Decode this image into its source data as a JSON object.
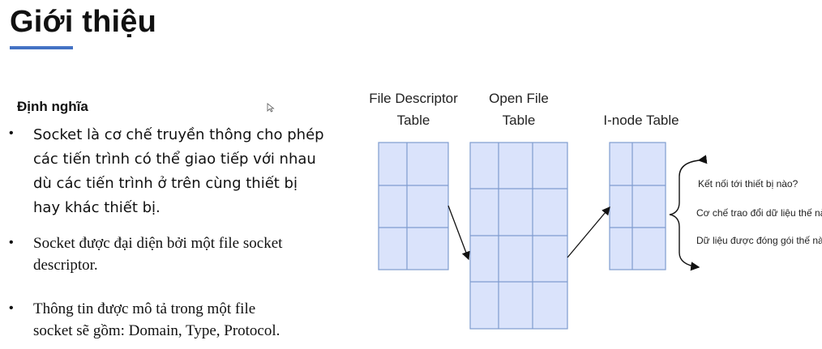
{
  "slide": {
    "title": "Giới thiệu",
    "subtitle": "Định nghĩa",
    "bullets": [
      "Socket là cơ chế truyền thông cho phép\ncác tiến trình có thể giao tiếp với nhau\ndù các tiến trình ở trên cùng thiết bị\nhay khác thiết bị.",
      "Socket được đại diện bởi một file socket\ndescriptor.",
      "Thông tin được mô tả trong một file\nsocket sẽ gồm: Domain, Type, Protocol."
    ],
    "bullet_symbol": "•"
  },
  "diagram": {
    "tables": [
      {
        "label_line1": "File Descriptor",
        "label_line2": "Table",
        "rows": 3,
        "cols": 2
      },
      {
        "label_line1": "Open File",
        "label_line2": "Table",
        "rows": 4,
        "cols": 3
      },
      {
        "label_line1": "I-node Table",
        "rows": 3,
        "cols": 2
      }
    ],
    "questions": [
      "Kết nối tới thiết bị nào?",
      "Cơ chế trao đổi dữ liệu thế nào?",
      "Dữ liệu được đóng gói thế nào?"
    ],
    "colors": {
      "cell_fill": "#dae3fb",
      "cell_stroke": "#7f9ccf",
      "title_underline": "#4472c4"
    }
  }
}
